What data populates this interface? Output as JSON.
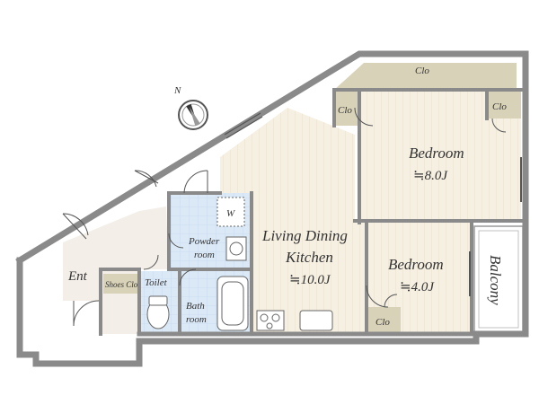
{
  "plan": {
    "rooms": {
      "ldk": {
        "name_line1": "Living Dining",
        "name_line2": "Kitchen",
        "size": "≒10.0J"
      },
      "bedroom_main": {
        "name": "Bedroom",
        "size": "≒8.0J"
      },
      "bedroom_small": {
        "name": "Bedroom",
        "size": "≒4.0J"
      },
      "balcony": {
        "name": "Balcony"
      },
      "powder_room": {
        "name_line1": "Powder",
        "name_line2": "room"
      },
      "bath": {
        "name_line1": "Bath",
        "name_line2": "room"
      },
      "toilet": {
        "name": "Toilet"
      },
      "entrance": {
        "name": "Ent"
      },
      "shoes_closet": {
        "name": "Shoes Clo"
      },
      "washer": {
        "name": "W"
      }
    },
    "closets": {
      "top": "Clo",
      "left": "Clo",
      "right": "Clo",
      "small_bedroom": "Clo"
    },
    "compass": {
      "north_label": "N"
    }
  },
  "colors": {
    "wall": "#8a8a8a",
    "floor_wood": "#f6f0e3",
    "floor_wet": "#dbe9f7",
    "closet": "#d8d2b8",
    "balcony": "#ffffff"
  }
}
